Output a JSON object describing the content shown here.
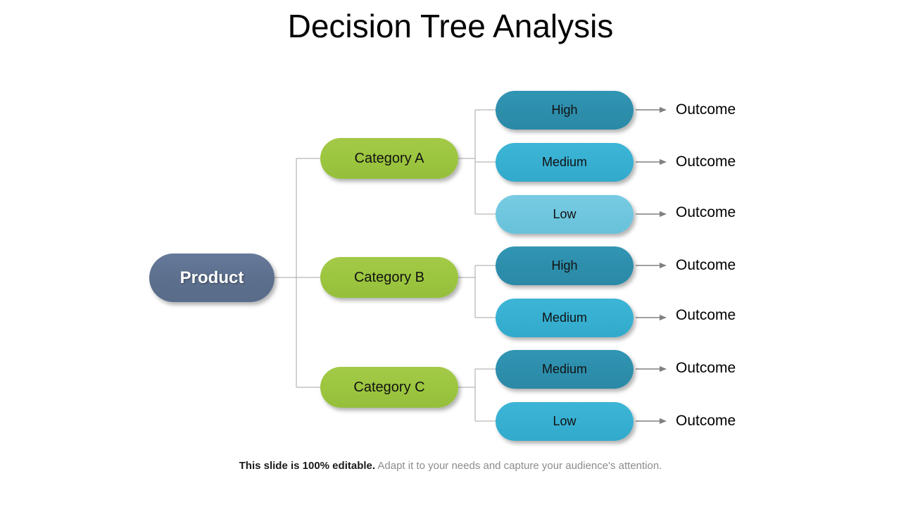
{
  "slide": {
    "title": "Decision Tree Analysis",
    "background": "#ffffff"
  },
  "colors": {
    "root": "#5C6F8D",
    "category": "#9CC63F",
    "level_high": "#2D8EAC",
    "level_medium": "#36AFD1",
    "level_low": "#6EC6DE",
    "connector": "#a6a6a6",
    "arrow": "#808080",
    "title_text": "#000000",
    "footer_bold": "#1a1a1a",
    "footer_muted": "#8c8c8c"
  },
  "tree": {
    "root": {
      "label": "Product"
    },
    "categories": [
      {
        "label": "Category A",
        "leaves": [
          {
            "label": "High",
            "level": "high",
            "outcome": "Outcome"
          },
          {
            "label": "Medium",
            "level": "medium",
            "outcome": "Outcome"
          },
          {
            "label": "Low",
            "level": "low",
            "outcome": "Outcome"
          }
        ]
      },
      {
        "label": "Category B",
        "leaves": [
          {
            "label": "High",
            "level": "high",
            "outcome": "Outcome"
          },
          {
            "label": "Medium",
            "level": "medium",
            "outcome": "Outcome"
          }
        ]
      },
      {
        "label": "Category C",
        "leaves": [
          {
            "label": "Medium",
            "level": "high",
            "outcome": "Outcome"
          },
          {
            "label": "Low",
            "level": "medium",
            "outcome": "Outcome"
          }
        ]
      }
    ]
  },
  "nodes": {
    "root_label": "Product",
    "cat_a_label": "Category A",
    "cat_b_label": "Category B",
    "cat_c_label": "Category C",
    "a_high": "High",
    "a_medium": "Medium",
    "a_low": "Low",
    "b_high": "High",
    "b_medium": "Medium",
    "c_medium": "Medium",
    "c_low": "Low"
  },
  "outcomes": {
    "o1": "Outcome",
    "o2": "Outcome",
    "o3": "Outcome",
    "o4": "Outcome",
    "o5": "Outcome",
    "o6": "Outcome",
    "o7": "Outcome"
  },
  "footer": {
    "bold": "This slide is 100% editable.",
    "rest": " Adapt it to your needs and capture your audience's attention."
  }
}
